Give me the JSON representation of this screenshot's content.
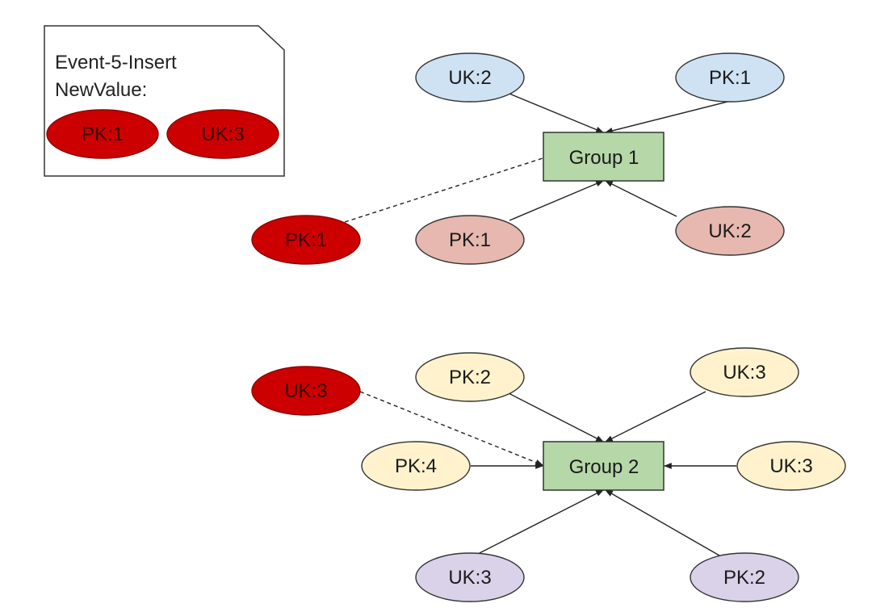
{
  "colors": {
    "blue": "#cfe2f3",
    "pink": "#e6b8af",
    "yellow": "#fff2cc",
    "purple": "#d9d2e9",
    "red": "#cc0000",
    "green": "#b6d7a8"
  },
  "note": {
    "line1": "Event-5-Insert",
    "line2": "NewValue:",
    "items": [
      "PK:1",
      "UK:3"
    ]
  },
  "group1": {
    "label": "Group 1",
    "top_left": "UK:2",
    "top_right": "PK:1",
    "bottom_left": "PK:1",
    "bottom_right": "UK:2",
    "incoming": "PK:1"
  },
  "group2": {
    "label": "Group 2",
    "top_left": "PK:2",
    "top_right": "UK:3",
    "left": "PK:4",
    "right": "UK:3",
    "bottom_left": "UK:3",
    "bottom_right": "PK:2",
    "incoming": "UK:3"
  }
}
